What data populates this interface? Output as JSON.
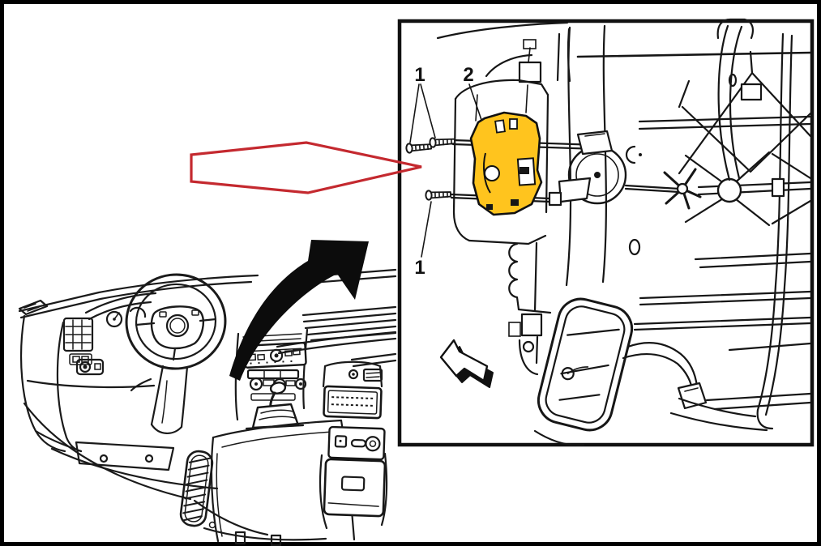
{
  "figure": {
    "callouts": {
      "upper_screws": "1",
      "actuator": "2",
      "lower_screw": "1"
    },
    "colors": {
      "line": "#1a1a1a",
      "background": "#ffffff",
      "highlight_yellow": "#ffc41e",
      "pointer_red": "#c4292f",
      "arrow_black": "#0c0c0c"
    },
    "icons": {
      "pointer_arrow": "block-arrow-right-icon",
      "zoom_arrow": "curved-arrow-up-right-icon",
      "removal_direction_arrow": "arrow-3d-left-icon",
      "fastener": "screw-icon"
    }
  }
}
